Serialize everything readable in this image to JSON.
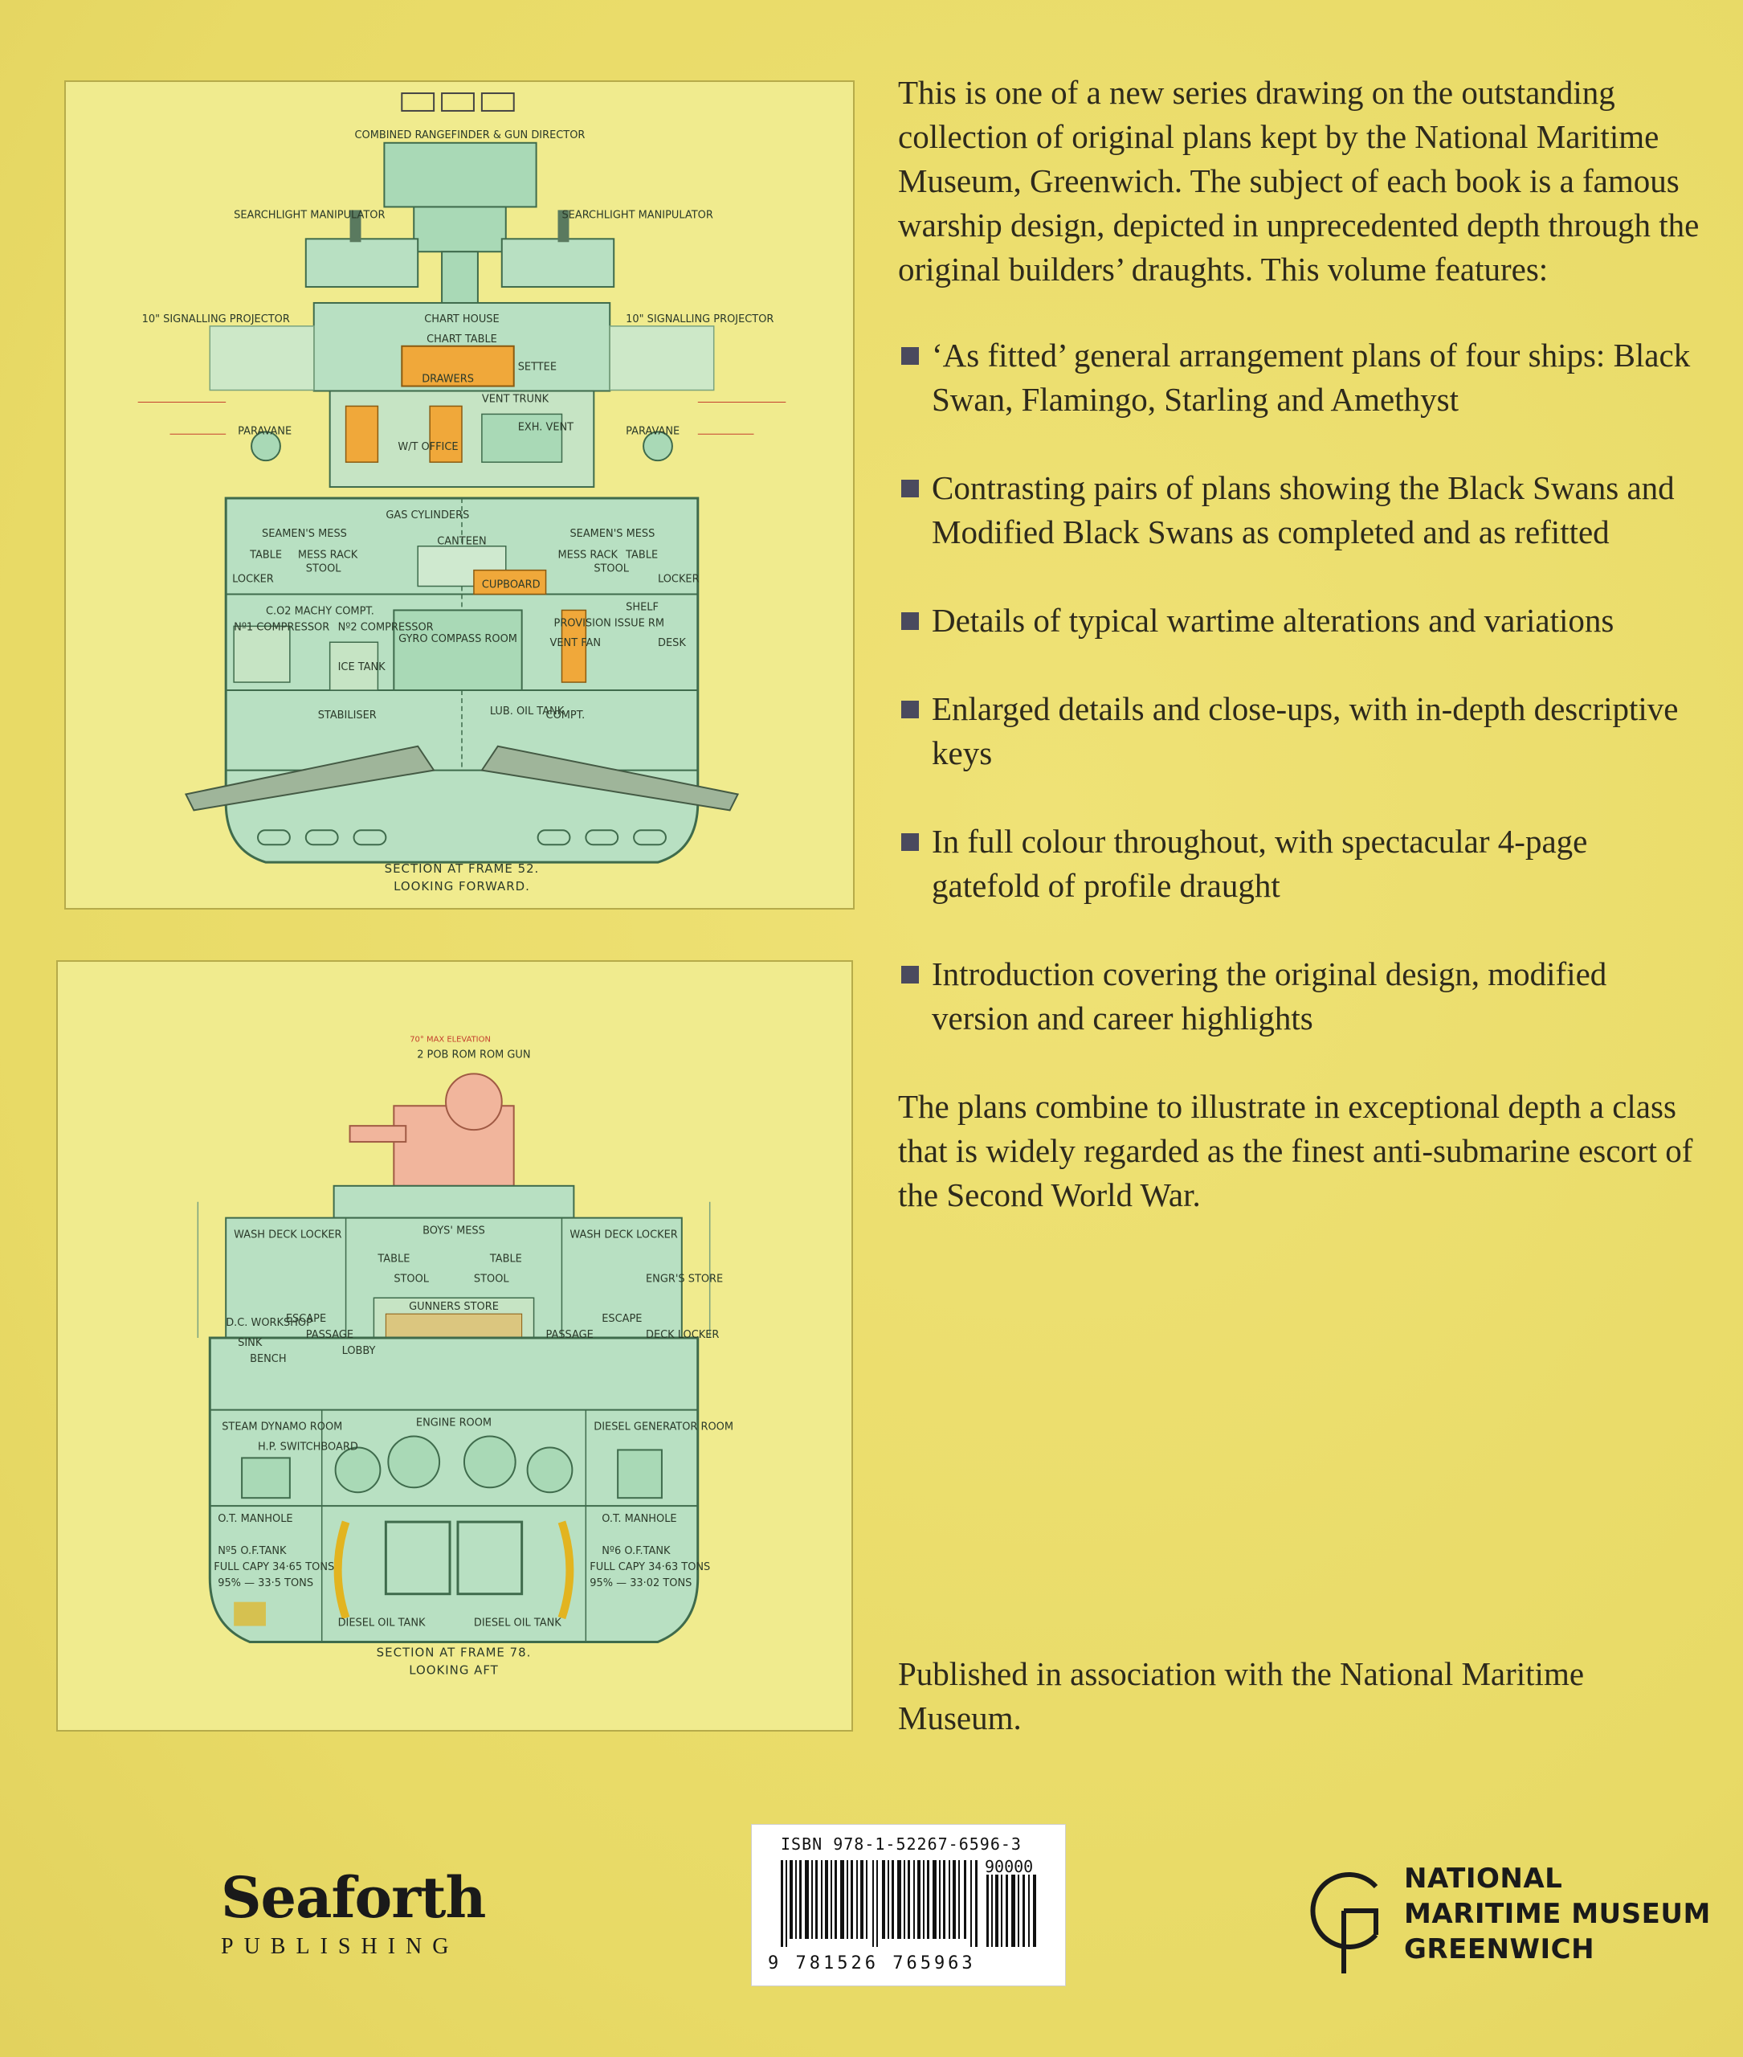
{
  "plates": {
    "top": {
      "caption_line1": "SECTION AT FRAME 52.",
      "caption_line2": "LOOKING FORWARD.",
      "labels": {
        "rangefinder": "COMBINED RANGEFINDER & GUN DIRECTOR",
        "searchlight_left": "SEARCHLIGHT MANIPULATOR",
        "searchlight_right": "SEARCHLIGHT MANIPULATOR",
        "chart_house": "CHART HOUSE",
        "chart_table": "CHART TABLE",
        "signalling_left": "10\" SIGNALLING PROJECTOR",
        "signalling_right": "10\" SIGNALLING PROJECTOR",
        "drawers": "DRAWERS",
        "settee": "SETTEE",
        "paravane_left": "PARAVANE",
        "paravane_right": "PARAVANE",
        "wt_office": "W/T OFFICE",
        "vent_trunk": "VENT TRUNK",
        "exh_vent": "EXH. VENT",
        "gas_cylinders": "GAS CYLINDERS",
        "seamens_mess_left": "SEAMEN'S MESS",
        "seamens_mess_right": "SEAMEN'S MESS",
        "canteen": "CANTEEN",
        "cupboard": "CUPBOARD",
        "table_left": "TABLE",
        "table_right": "TABLE",
        "stool_left": "STOOL",
        "stool_right": "STOOL",
        "mess_rack_left": "MESS RACK",
        "mess_rack_right": "MESS RACK",
        "locker_left": "LOCKER",
        "locker_right": "LOCKER",
        "co2_machy": "C.O2 MACHY COMPT.",
        "compressor1": "Nº1 COMPRESSOR",
        "compressor2": "Nº2 COMPRESSOR",
        "ice_tank": "ICE TANK",
        "gyro": "GYRO COMPASS ROOM",
        "shelf": "SHELF",
        "provision": "PROVISION ISSUE RM",
        "vent_fan": "VENT FAN",
        "desk": "DESK",
        "stabiliser": "STABILISER",
        "lub_oil": "LUB. OIL TANK",
        "compt": "COMPT."
      }
    },
    "bottom": {
      "caption_line1": "SECTION AT FRAME 78.",
      "caption_line2": "LOOKING AFT",
      "labels": {
        "gun": "2 POB ROM ROM GUN",
        "elevation": "70° MAX ELEVATION",
        "boys_mess": "BOYS' MESS",
        "wash_deck_left": "WASH DECK LOCKER",
        "wash_deck_right": "WASH DECK LOCKER",
        "table_left": "TABLE",
        "table_right": "TABLE",
        "stool_left": "STOOL",
        "stool_right": "STOOL",
        "gunners_store": "GUNNERS STORE",
        "dc_workshop": "D.C. WORKSHOP",
        "sink": "SINK",
        "bench": "BENCH",
        "passage_left": "PASSAGE",
        "lobby": "LOBBY",
        "passage_right": "PASSAGE",
        "escape_left": "ESCAPE",
        "escape_right": "ESCAPE",
        "deck_locker": "DECK LOCKER",
        "engrs_store": "ENGR'S STORE",
        "engine_room": "ENGINE ROOM",
        "steam_dynamo": "STEAM DYNAMO ROOM",
        "diesel_gen": "DIESEL GENERATOR ROOM",
        "hp_switchboard": "H.P. SWITCHBOARD",
        "manhole_left": "O.T. MANHOLE",
        "manhole_right": "O.T. MANHOLE",
        "tank5": "Nº5 O.F.TANK",
        "tank6": "Nº6 O.F.TANK",
        "full_capy_left": "FULL CAPY 34·65 TONS",
        "full_capy_right": "FULL CAPY 34·63 TONS",
        "tons_left": "95% — 33·5 TONS",
        "tons_right": "95% — 33·02 TONS",
        "diesel_left": "DIESEL OIL TANK",
        "diesel_right": "DIESEL OIL TANK"
      }
    }
  },
  "blurb": {
    "intro": "This is one of a new series drawing on the outstanding collection of original plans kept by the National Maritime Museum, Greenwich. The subject of each book is a famous warship design, depicted in unprecedented depth through the original builders’ draughts. This volume features:",
    "bullets": [
      "‘As fitted’ general arrangement plans of four ships: Black Swan, Flamingo, Starling and Amethyst",
      "Contrasting pairs of plans showing the Black Swans and Modified Black Swans as completed and as refitted",
      "Details of typical wartime alterations and variations",
      "Enlarged details and close-ups, with in-depth descriptive keys",
      "In full colour throughout, with spectacular 4-page gatefold of profile draught",
      "Introduction covering the original design, modified version and career highlights"
    ],
    "closing": "The plans combine to illustrate in exceptional depth a class that is widely regarded as the finest anti-submarine escort of the Second World War.",
    "published": "Published in association with the National Maritime Museum."
  },
  "barcode": {
    "isbn": "ISBN  978-1-52267-6596-3",
    "price_code": "90000",
    "digits": "9 781526 765963"
  },
  "publisher": {
    "name": "Seaforth",
    "sub": "PUBLISHING"
  },
  "museum": {
    "line1": "NATIONAL",
    "line2": "MARITIME MUSEUM",
    "line3": "GREENWICH"
  },
  "colors": {
    "background": "#ecde6c",
    "plate_paper": "#f0eb8e",
    "plan_green": "#a9d9b6",
    "plan_orange": "#f0a83a",
    "plan_pink": "#f1b59c",
    "bullet": "#4a4a5e",
    "text": "#2e2a1c"
  }
}
